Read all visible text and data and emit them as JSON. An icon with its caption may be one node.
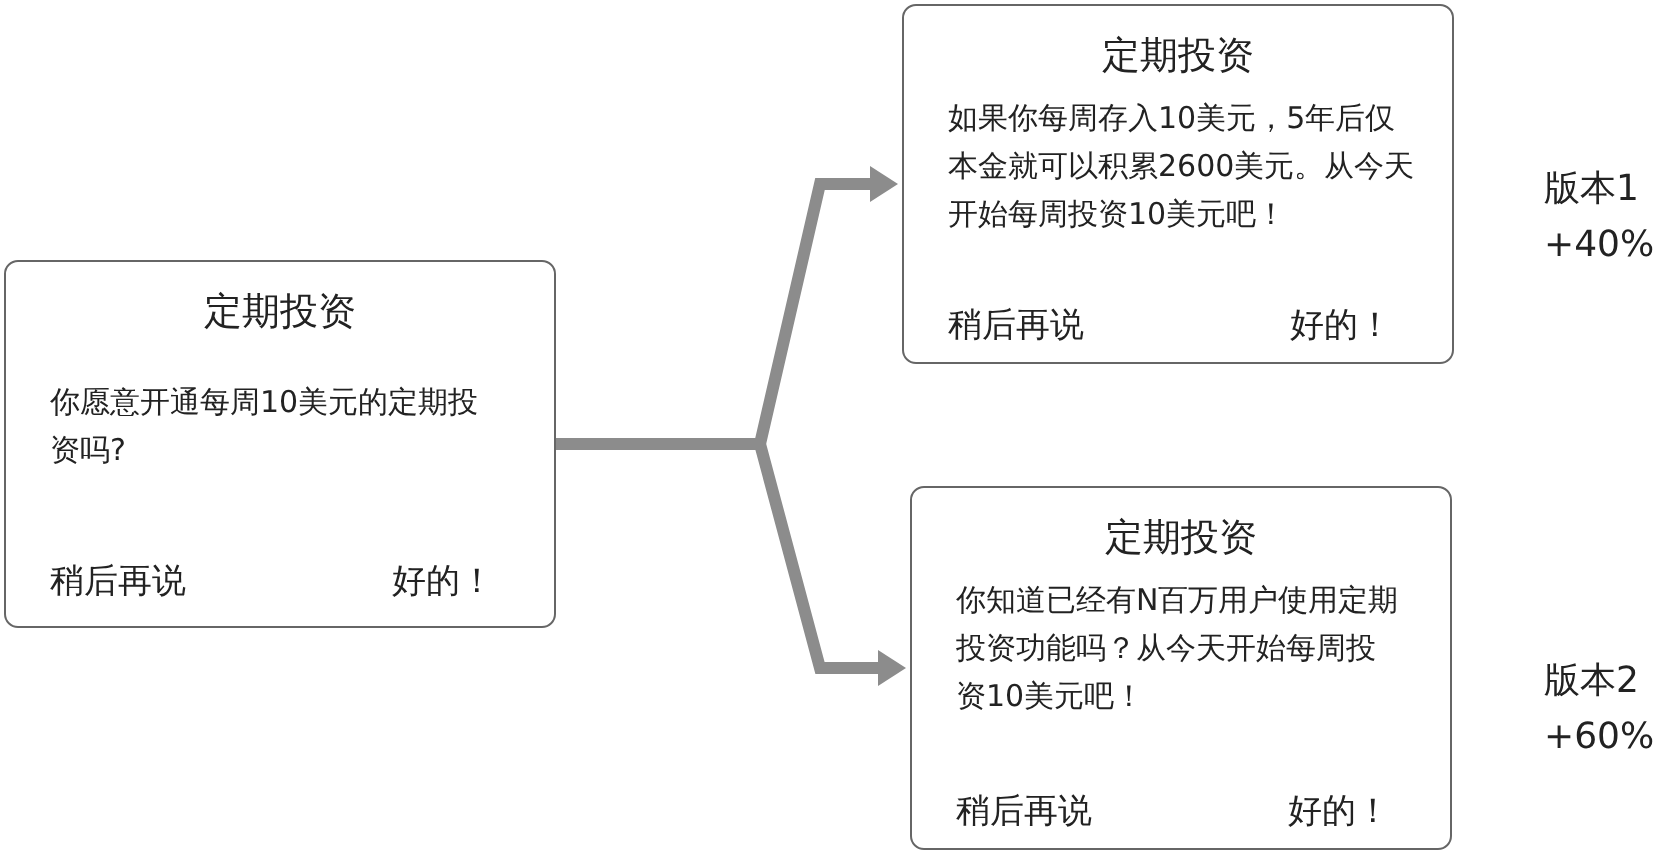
{
  "diagram": {
    "nodes": [
      {
        "text": [
          "定期投资",
          "你愿意开通每周10美元的定期投资吗?",
          "稍后再说",
          "好的！"
        ]
      },
      {
        "text": [
          "定期投资",
          "如果你每周存入10美元，5年后仅本金就可以积累2600美元。从今天开始每周投资10美元吧！",
          "稍后再说",
          "好的！"
        ],
        "beside": [
          "版本1",
          "+40%"
        ]
      },
      {
        "text": [
          "定期投资",
          "你知道已经有N百万用户使用定期投资功能吗？从今天开始每周投资10美元吧！",
          "稍后再说",
          "好的！"
        ],
        "beside": [
          "版本2",
          "+60%"
        ]
      }
    ],
    "edges": [
      {
        "from": 0,
        "to": 1,
        "arrow": "to"
      },
      {
        "from": 0,
        "to": 2,
        "arrow": "to"
      }
    ]
  }
}
